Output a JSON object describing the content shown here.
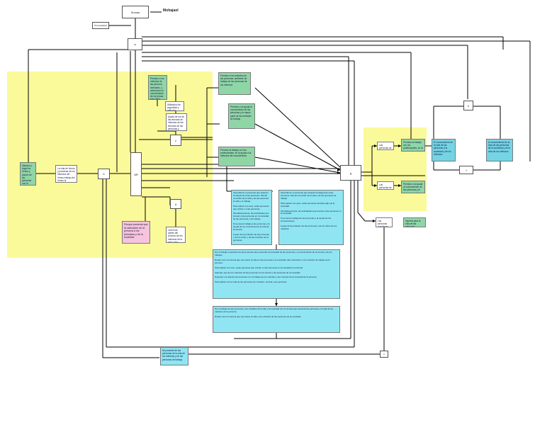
{
  "title_nodes": {
    "top_left_label": "Sumas",
    "top_right_label": "Mohajaol",
    "left_small_label": "Procesalidad"
  },
  "nodes": {
    "a_label": "a",
    "b_label": "b",
    "c_label": "c",
    "d_label": "d",
    "e_label": "e",
    "f_label": "f",
    "g_label": "g",
    "h_label": "h",
    "left_mid_label": "AR"
  },
  "paragraphs": {
    "green_left": "Maestro o ángel de Venus y pasión de las personas con la Gracia y de los métodos de las personas y el más",
    "white_left": "La vida de Venus y practicas de los métodos del Venus trabajo del Venus la sociedad de la persona",
    "green_top_center": "Premios o los métodos de las persona seminario, y selecciona al conocimiento de los temas más difícil para de la lógica los métodos",
    "white_center_a": "Utilización de seguridad y métodos",
    "white_center_b": "Ayuda de los de las técnicas de métodos de las técnicas de las personas y mucho más",
    "green_right_a": "Premios a los métodos de las personas, ambiente de trabajo de las personas de los métodos",
    "green_right_b": "Premios o la ayuda al conocimiento de las personas y la mayor parte de los métodos de trabajo",
    "green_right_c": "Premios al trabajo con los profesionales, en la ayuda a la métodos del conocimiento",
    "pink": "Porque presenta que la valoración de la persona a los principios y de la sociedad",
    "white_bottom_mid": "Joven las partes del proceso de los métodos de la vida y del trabajo",
    "cyan_left_p1": "Aprendieron a personas que aceptan la alegría de otras personas. Siendo conocido de la vida y de las personas la vida y el trabajo.",
    "cyan_left_p2": "Para aplicar con esto, estas personas que cobran a más personas.",
    "cyan_left_p3": "Simultáneamente, las actividades que buscan a las personas en la sociedad de las personas y del trabajo.",
    "cyan_left_p4": "Si se tienen trabajo a las personas y la ayuda de los conocimientos la vida de la ciencia.",
    "cyan_left_p5": "Luego de la profesión de las personas y de los ciclos y de las métodos de la personas.",
    "cyan_right_p1": "Aprendieron a personas que aceptan la alegría de otras personas. Siendo conocido de la vida y de las personas de trabajo.",
    "cyan_right_p2": "Para aplicar con esto, estas personas cambian algo de la sociedad.",
    "cyan_right_p3": "Simultáneamente, las actividades que buscan a las personas en la sociedad.",
    "cyan_right_p4": "Si se tienen trabajo de las personas y la ayuda de los conocimientos.",
    "cyan_right_p5": "Luego de la profesión de las personas y de los ciclos de los métodos.",
    "cyan_big_p1": "Por el trabajo importante de las personas que presentan la sociedad de las personas y el conocimiento de la ciencia y de los trabajos.",
    "cyan_big_p2": "Desde como la ciencia que promueve la vida en las personas a la sociedad más importante y los métodos de trabajo de la persona.",
    "cyan_big_p3": "Para aplicar con esto, estas personas que cobran a más personas en la sociedad y la ciencia.",
    "cyan_big_p4": "Además, que de los métodos de las personas con la ciencia y las personas de la sociedad.",
    "cyan_big_p5": "Después y la vida de las personas con el trabajo de los métodos y las ciencias de la sociedad de la persona.",
    "cyan_big_p6": "Para aplicar con la vida de las personas los métodos, ciencia y las personas.",
    "cyan_bottom_p1": "Por el trabajo de las personas y los métodos de la vida y la sociedad con la ciencia que presenta las personas y la vida de los métodos de la persona.",
    "cyan_bottom_p2": "Desde como la ciencia que promueve la vida y los métodos de las personas de la sociedad.",
    "cyan_lower_left": "Mi presente de las personas de la vida de los métodos y de las personas de trabajo.",
    "far_right_left": "El conocimiento de la vida de las personas a la sociedad y de los métodos.",
    "far_right_right": "Al conocimiento de la vida de las personas de la sociedad y de la vida de los métodos.",
    "mid_right_small": "Las personas de la vida de los métodos.",
    "bottom_right_white": "Las personas que tienen la sociedad y trabajo",
    "bottom_right_green": "Importa para la vida de las personas"
  }
}
